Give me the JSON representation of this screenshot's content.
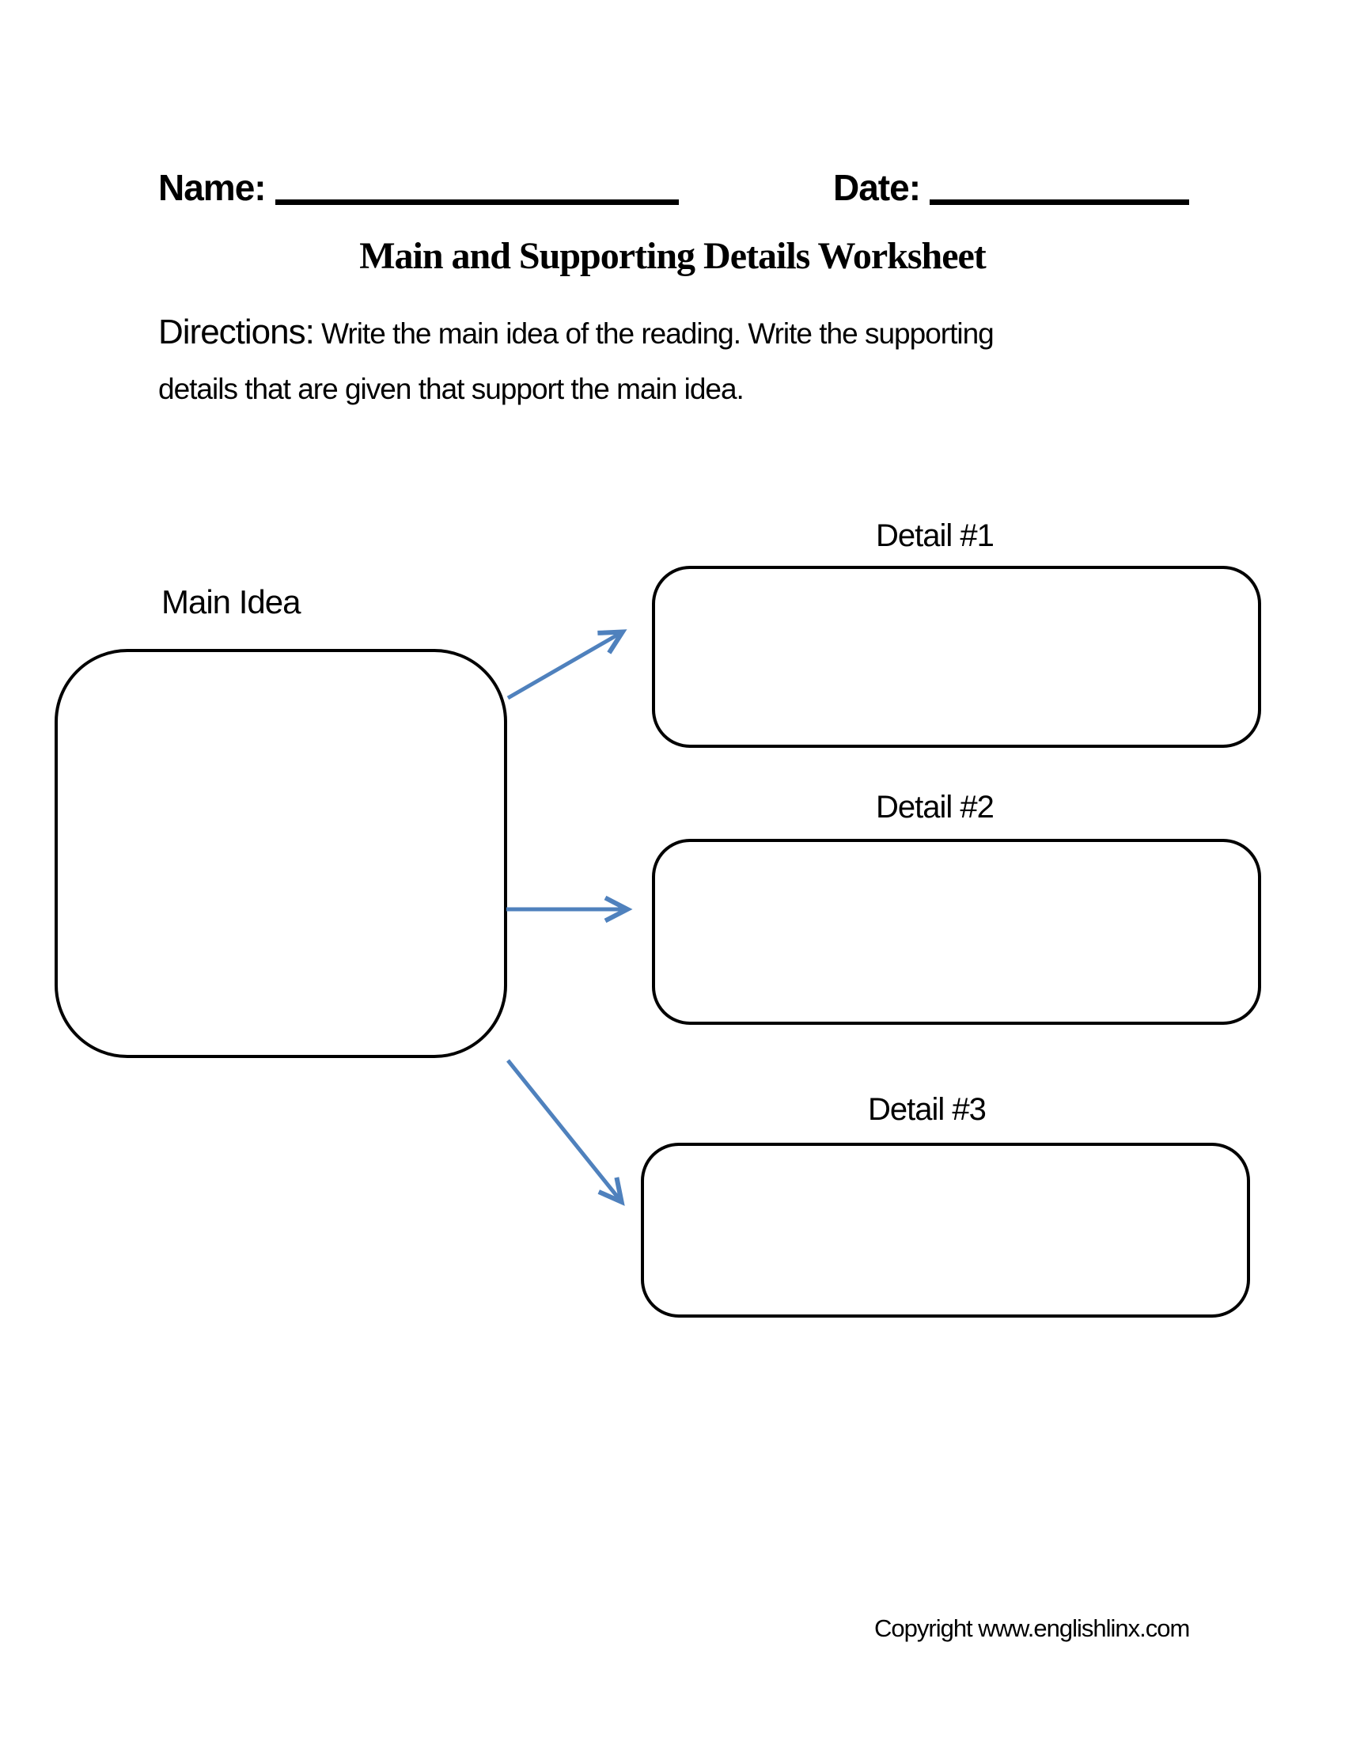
{
  "header": {
    "name_label": "Name:",
    "date_label": "Date:"
  },
  "title": "Main and Supporting Details Worksheet",
  "directions": {
    "label": "Directions:",
    "line1": " Write the main idea of the reading. Write the supporting",
    "line2": "details that are given that support the main idea."
  },
  "diagram": {
    "main_idea_label": "Main Idea",
    "details": [
      {
        "label": "Detail #1"
      },
      {
        "label": "Detail #2"
      },
      {
        "label": "Detail #3"
      }
    ],
    "arrow_color": "#4f81bd",
    "box_border_color": "#000000"
  },
  "footer": {
    "copyright": "Copyright www.englishlinx.com"
  }
}
